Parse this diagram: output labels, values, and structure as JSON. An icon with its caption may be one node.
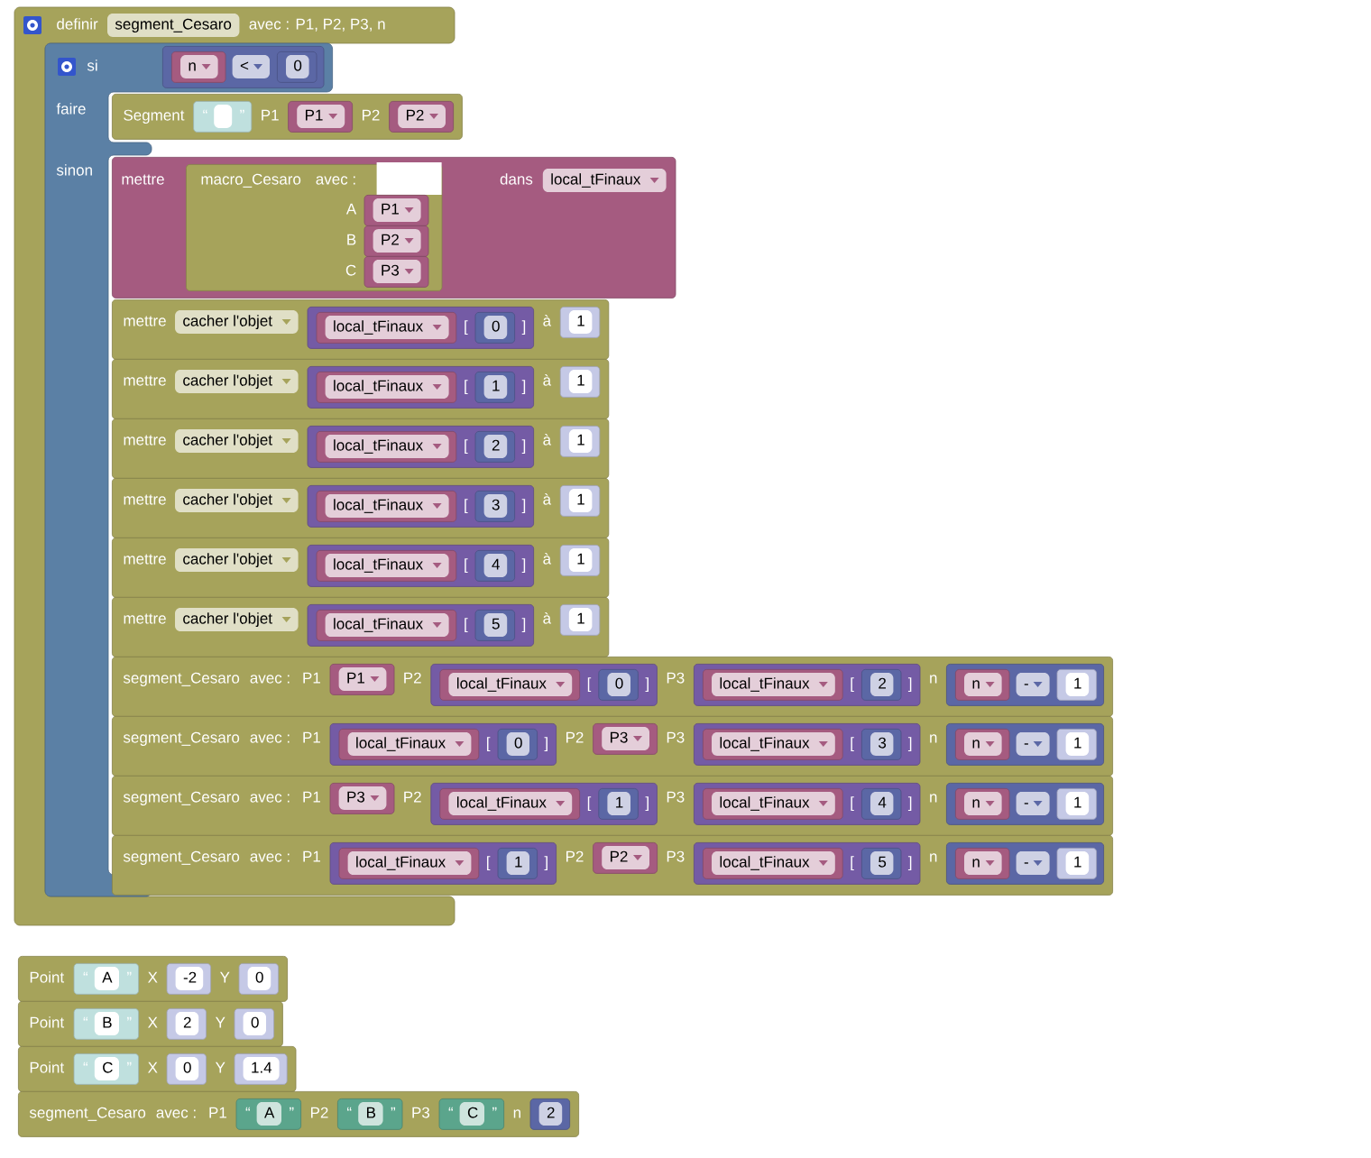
{
  "diagram": {
    "nodes": [
      {
        "text": [
          "definir",
          "segment_Cesaro",
          "avec : P1, P2, P3, n"
        ]
      },
      {
        "text": [
          "si",
          "faire",
          "sinon"
        ],
        "in": 0
      },
      {
        "text": [
          "<"
        ],
        "in": 1
      },
      {
        "text": [
          "n"
        ],
        "in": 2
      },
      {
        "text": [
          "0"
        ],
        "in": 2
      },
      {
        "text": [
          "Segment",
          "P1",
          "P2"
        ]
      },
      {
        "text": [
          "“",
          "”"
        ],
        "in": 5
      },
      {
        "text": [
          "P1"
        ],
        "in": 5
      },
      {
        "text": [
          "P2"
        ],
        "in": 5
      },
      {
        "text": [
          "mettre",
          "dans",
          "local_tFinaux"
        ]
      },
      {
        "text": [
          "macro_Cesaro",
          "avec :",
          "A",
          "B",
          "C"
        ],
        "in": 9
      },
      {
        "text": [
          "P1"
        ],
        "in": 10
      },
      {
        "text": [
          "P2"
        ],
        "in": 10
      },
      {
        "text": [
          "P3"
        ],
        "in": 10
      },
      {
        "text": [
          "mettre",
          "cacher l'objet",
          "à"
        ]
      },
      {
        "text": [
          "[",
          "]"
        ],
        "in": 14
      },
      {
        "text": [
          "local_tFinaux"
        ],
        "in": 15
      },
      {
        "text": [
          "0"
        ],
        "in": 15
      },
      {
        "text": [
          "1"
        ],
        "in": 14
      },
      {
        "text": [
          "mettre",
          "cacher l'objet",
          "à"
        ]
      },
      {
        "text": [
          "[",
          "]"
        ],
        "in": 19
      },
      {
        "text": [
          "local_tFinaux"
        ],
        "in": 20
      },
      {
        "text": [
          "1"
        ],
        "in": 20
      },
      {
        "text": [
          "1"
        ],
        "in": 19
      },
      {
        "text": [
          "mettre",
          "cacher l'objet",
          "à"
        ]
      },
      {
        "text": [
          "[",
          "]"
        ],
        "in": 24
      },
      {
        "text": [
          "local_tFinaux"
        ],
        "in": 25
      },
      {
        "text": [
          "2"
        ],
        "in": 25
      },
      {
        "text": [
          "1"
        ],
        "in": 24
      },
      {
        "text": [
          "mettre",
          "cacher l'objet",
          "à"
        ]
      },
      {
        "text": [
          "[",
          "]"
        ],
        "in": 29
      },
      {
        "text": [
          "local_tFinaux"
        ],
        "in": 30
      },
      {
        "text": [
          "3"
        ],
        "in": 30
      },
      {
        "text": [
          "1"
        ],
        "in": 29
      },
      {
        "text": [
          "mettre",
          "cacher l'objet",
          "à"
        ]
      },
      {
        "text": [
          "[",
          "]"
        ],
        "in": 34
      },
      {
        "text": [
          "local_tFinaux"
        ],
        "in": 35
      },
      {
        "text": [
          "4"
        ],
        "in": 35
      },
      {
        "text": [
          "1"
        ],
        "in": 34
      },
      {
        "text": [
          "mettre",
          "cacher l'objet",
          "à"
        ]
      },
      {
        "text": [
          "[",
          "]"
        ],
        "in": 39
      },
      {
        "text": [
          "local_tFinaux"
        ],
        "in": 40
      },
      {
        "text": [
          "5"
        ],
        "in": 40
      },
      {
        "text": [
          "1"
        ],
        "in": 39
      },
      {
        "text": [
          "segment_Cesaro",
          "avec :",
          "P1",
          "P2",
          "P3",
          "n"
        ]
      },
      {
        "text": [
          "P1"
        ],
        "in": 44
      },
      {
        "text": [
          "[",
          "]"
        ],
        "in": 44
      },
      {
        "text": [
          "local_tFinaux"
        ],
        "in": 46
      },
      {
        "text": [
          "0"
        ],
        "in": 46
      },
      {
        "text": [
          "[",
          "]"
        ],
        "in": 44
      },
      {
        "text": [
          "local_tFinaux"
        ],
        "in": 49
      },
      {
        "text": [
          "2"
        ],
        "in": 49
      },
      {
        "text": [
          "-"
        ],
        "in": 44
      },
      {
        "text": [
          "n"
        ],
        "in": 52
      },
      {
        "text": [
          "1"
        ],
        "in": 52
      },
      {
        "text": [
          "segment_Cesaro",
          "avec :",
          "P1",
          "P2",
          "P3",
          "n"
        ]
      },
      {
        "text": [
          "[",
          "]"
        ],
        "in": 55
      },
      {
        "text": [
          "local_tFinaux"
        ],
        "in": 56
      },
      {
        "text": [
          "0"
        ],
        "in": 56
      },
      {
        "text": [
          "P3"
        ],
        "in": 55
      },
      {
        "text": [
          "[",
          "]"
        ],
        "in": 55
      },
      {
        "text": [
          "local_tFinaux"
        ],
        "in": 60
      },
      {
        "text": [
          "3"
        ],
        "in": 60
      },
      {
        "text": [
          "-"
        ],
        "in": 55
      },
      {
        "text": [
          "n"
        ],
        "in": 63
      },
      {
        "text": [
          "1"
        ],
        "in": 63
      },
      {
        "text": [
          "segment_Cesaro",
          "avec :",
          "P1",
          "P2",
          "P3",
          "n"
        ]
      },
      {
        "text": [
          "P3"
        ],
        "in": 66
      },
      {
        "text": [
          "[",
          "]"
        ],
        "in": 66
      },
      {
        "text": [
          "local_tFinaux"
        ],
        "in": 68
      },
      {
        "text": [
          "1"
        ],
        "in": 68
      },
      {
        "text": [
          "[",
          "]"
        ],
        "in": 66
      },
      {
        "text": [
          "local_tFinaux"
        ],
        "in": 71
      },
      {
        "text": [
          "4"
        ],
        "in": 71
      },
      {
        "text": [
          "-"
        ],
        "in": 66
      },
      {
        "text": [
          "n"
        ],
        "in": 74
      },
      {
        "text": [
          "1"
        ],
        "in": 74
      },
      {
        "text": [
          "segment_Cesaro",
          "avec :",
          "P1",
          "P2",
          "P3",
          "n"
        ]
      },
      {
        "text": [
          "[",
          "]"
        ],
        "in": 77
      },
      {
        "text": [
          "local_tFinaux"
        ],
        "in": 78
      },
      {
        "text": [
          "1"
        ],
        "in": 78
      },
      {
        "text": [
          "P2"
        ],
        "in": 77
      },
      {
        "text": [
          "[",
          "]"
        ],
        "in": 77
      },
      {
        "text": [
          "local_tFinaux"
        ],
        "in": 82
      },
      {
        "text": [
          "5"
        ],
        "in": 82
      },
      {
        "text": [
          "-"
        ],
        "in": 77
      },
      {
        "text": [
          "n"
        ],
        "in": 85
      },
      {
        "text": [
          "1"
        ],
        "in": 85
      },
      {
        "text": [
          "Point",
          "X",
          "Y"
        ]
      },
      {
        "text": [
          "“",
          "A",
          "”"
        ],
        "in": 88
      },
      {
        "text": [
          "-2"
        ],
        "in": 88
      },
      {
        "text": [
          "0"
        ],
        "in": 88
      },
      {
        "text": [
          "Point",
          "X",
          "Y"
        ]
      },
      {
        "text": [
          "“",
          "B",
          "”"
        ],
        "in": 92
      },
      {
        "text": [
          "2"
        ],
        "in": 92
      },
      {
        "text": [
          "0"
        ],
        "in": 92
      },
      {
        "text": [
          "Point",
          "X",
          "Y"
        ]
      },
      {
        "text": [
          "“",
          "C",
          "”"
        ],
        "in": 96
      },
      {
        "text": [
          "0"
        ],
        "in": 96
      },
      {
        "text": [
          "1.4"
        ],
        "in": 96
      },
      {
        "text": [
          "segment_Cesaro",
          "avec :",
          "P1",
          "P2",
          "P3",
          "n"
        ]
      },
      {
        "text": [
          "“",
          "A",
          "”"
        ],
        "in": 100
      },
      {
        "text": [
          "“",
          "B",
          "”"
        ],
        "in": 100
      },
      {
        "text": [
          "“",
          "C",
          "”"
        ],
        "in": 100
      },
      {
        "text": [
          "2"
        ],
        "in": 100
      }
    ]
  }
}
